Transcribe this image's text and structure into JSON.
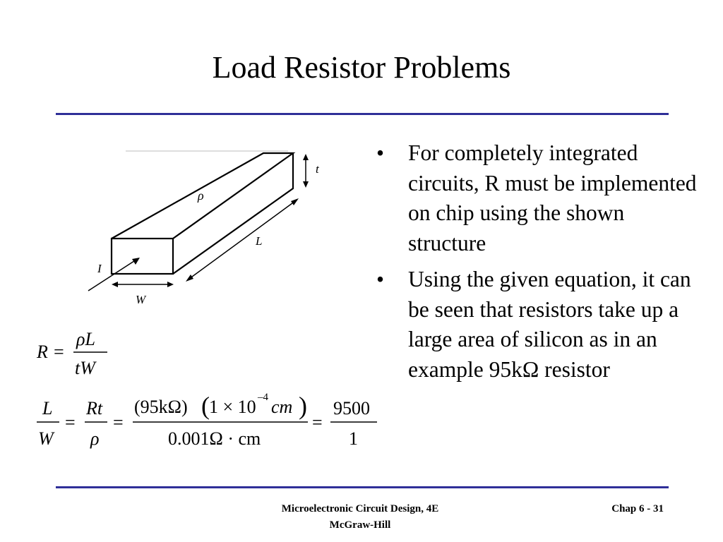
{
  "slide": {
    "title": "Load Resistor Problems",
    "bullets": [
      {
        "marker": "•",
        "text": "For completely integrated circuits, R must be implemented on chip using the shown structure"
      },
      {
        "marker": "•",
        "text": "Using the given equation, it can be seen that resistors take up a large area of silicon as in an example 95kΩ resistor"
      }
    ]
  },
  "figure": {
    "rho": "ρ",
    "t": "t",
    "L": "L",
    "I": "I",
    "W": "W"
  },
  "equations": {
    "eq1": {
      "lhs": "R =",
      "numerator": "ρL",
      "denominator": "tW"
    },
    "eq2": {
      "lhs_num": "L",
      "lhs_den": "W",
      "eq1": "=",
      "mid_num": "Rt",
      "mid_den": "ρ",
      "eq2": "=",
      "big_num_part1": "(95kΩ)",
      "big_num_part2": "1 × 10",
      "big_num_exp": "–4",
      "big_num_unit": "cm",
      "big_den": "0.001Ω · cm",
      "eq3": "=",
      "result_num": "9500",
      "result_den": "1"
    }
  },
  "footer": {
    "book_line1": "Microelectronic Circuit Design, 4E",
    "book_line2": "McGraw-Hill",
    "page": "Chap 6 - 31"
  }
}
